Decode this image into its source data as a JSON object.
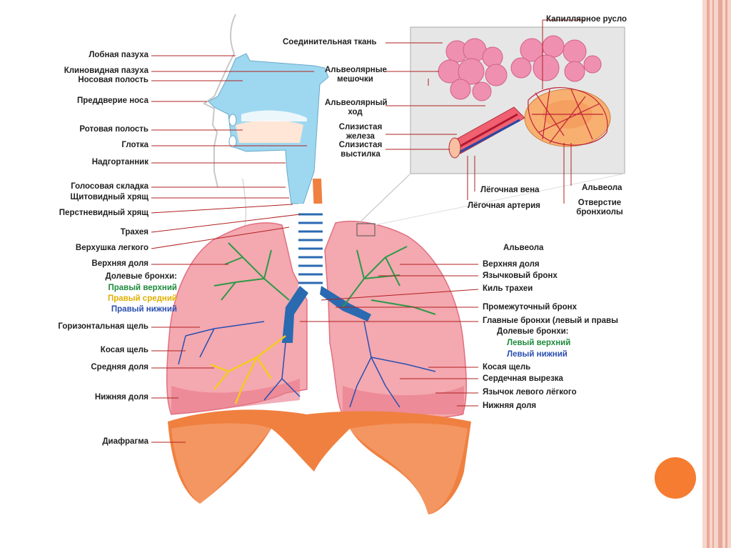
{
  "colors": {
    "stripe_dark": "#e8a898",
    "stripe_light": "#f6d6cc",
    "lung": "#f0a0a8",
    "lung_dark": "#e06878",
    "airway": "#9ed8f0",
    "diaphragm": "#f07030",
    "bronchi_green": "#2c9a48",
    "bronchi_yellow": "#f2cc20",
    "bronchi_blue": "#2850b0",
    "alveoli_pink": "#f090b0",
    "accent_circle": "#f57c30"
  },
  "labels_left": {
    "frontal_sinus": "Лобная пазуха",
    "sphenoid_sinus": "Клиновидная пазуха",
    "nasal_cavity": "Носовая полость",
    "nasal_vestibule": "Преддверие носа",
    "oral_cavity": "Ротовая полость",
    "pharynx": "Глотка",
    "epiglottis": "Надгортанник",
    "vocal_fold": "Голосовая складка",
    "thyroid_cartilage": "Щитовидный хрящ",
    "cricoid_cartilage": "Перстневидный хрящ",
    "trachea": "Трахея",
    "lung_apex": "Верхушка легкого",
    "upper_lobe": "Верхняя доля",
    "lobar_bronchi_title": "Долевые бронхи:",
    "right_upper": "Правый верхний",
    "right_middle": "Правый средний",
    "right_lower": "Правый нижний",
    "horizontal_fissure": "Горизонтальная щель",
    "oblique_fissure": "Косая щель",
    "middle_lobe": "Средняя доля",
    "lower_lobe": "Нижняя доля",
    "diaphragm": "Диафрагма"
  },
  "labels_inset": {
    "connective_tissue": "Соединительная ткань",
    "capillary_bed": "Капиллярное русло",
    "alveolar_sacs": "Альвеолярные\nмешочки",
    "alveolar_duct": "Альвеолярный\nход",
    "mucous_gland": "Слизистая\nжелеза",
    "mucous_lining": "Слизистая\nвыстилка",
    "pulmonary_vein": "Лёгочная вена",
    "pulmonary_artery": "Лёгочная артерия",
    "alveolus": "Альвеола",
    "bronchiole_opening": "Отверстие\nбронхиолы"
  },
  "labels_right": {
    "alveolus": "Альвеола",
    "upper_lobe": "Верхняя доля",
    "lingular_bronchus": "Язычковый бронх",
    "carina": "Киль трахеи",
    "intermediate_bronchus": "Промежуточный бронх",
    "main_bronchi": "Главные бронхи (левый и правы",
    "lobar_bronchi_title": "Долевые бронхи:",
    "left_upper": "Левый верхний",
    "left_lower": "Левый нижний",
    "oblique_fissure": "Косая щель",
    "cardiac_notch": "Сердечная вырезка",
    "lingula": "Язычок левого лёгкого",
    "lower_lobe": "Нижняя доля"
  }
}
